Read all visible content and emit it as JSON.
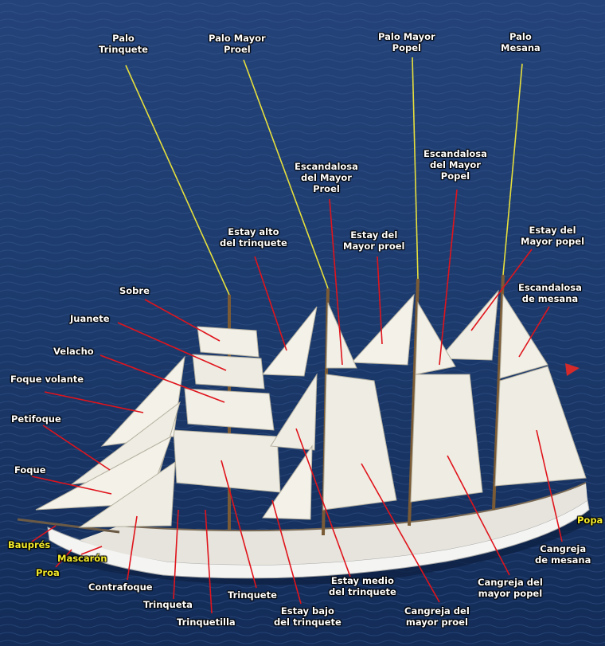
{
  "colors": {
    "sea_top": "#1e3a6e",
    "sea_bottom": "#14305e",
    "leader_yellow": "#e6df3c",
    "leader_red": "#e0141c",
    "label_white": "#ffffff",
    "label_yellow": "#f2ea2a",
    "sail": "#f1efe6",
    "hull": "#f4f4f2"
  },
  "labels": {
    "palo_trinquete": "Palo\nTrinquete",
    "palo_mayor_proel": "Palo Mayor\nProel",
    "palo_mayor_popel": "Palo Mayor\nPopel",
    "palo_mesana": "Palo\nMesana",
    "escandalosa_mayor_proel": "Escandalosa\ndel Mayor\nProel",
    "escandalosa_mayor_popel": "Escandalosa\ndel Mayor\nPopel",
    "estay_alto_trinquete": "Estay alto\ndel trinquete",
    "estay_mayor_proel": "Estay del\nMayor proel",
    "estay_mayor_popel": "Estay del\nMayor popel",
    "escandalosa_mesana": "Escandalosa\nde mesana",
    "sobre": "Sobre",
    "juanete": "Juanete",
    "velacho": "Velacho",
    "foque_volante": "Foque volante",
    "petifoque": "Petifoque",
    "foque": "Foque",
    "baupres": "Bauprés",
    "mascaron": "Mascarón",
    "proa": "Proa",
    "popa": "Popa",
    "contrafoque": "Contrafoque",
    "trinqueta": "Trinqueta",
    "trinquetilla": "Trinquetilla",
    "trinquete": "Trinquete",
    "estay_bajo_trinquete": "Estay bajo\ndel trinquete",
    "estay_medio_trinquete": "Estay medio\ndel trinquete",
    "cangreja_mayor_proel": "Cangreja del\nmayor proel",
    "cangreja_mayor_popel": "Cangreja del\nmayor popel",
    "cangreja_mesana": "Cangreja\nde mesana"
  }
}
